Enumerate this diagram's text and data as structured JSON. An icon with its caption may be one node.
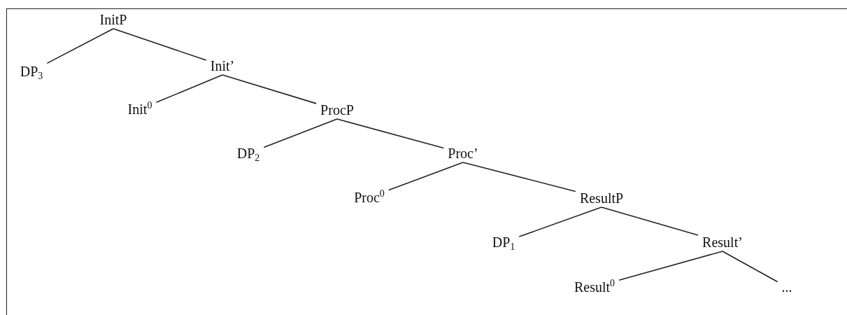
{
  "diagram": {
    "nodes": [
      {
        "text": [
          "InitP"
        ]
      },
      {
        "text": [
          "DP$_{3}$"
        ]
      },
      {
        "text": [
          "Init’"
        ]
      },
      {
        "text": [
          "Init$^{0}$"
        ]
      },
      {
        "text": [
          "ProcP"
        ]
      },
      {
        "text": [
          "DP$_{2}$"
        ]
      },
      {
        "text": [
          "Proc’"
        ]
      },
      {
        "text": [
          "Proc$^{0}$"
        ]
      },
      {
        "text": [
          "ResultP"
        ]
      },
      {
        "text": [
          "DP$_{1}$"
        ]
      },
      {
        "text": [
          "Result’"
        ]
      },
      {
        "text": [
          "Result$^{0}$"
        ]
      },
      {
        "text": [
          "..."
        ]
      }
    ],
    "edges": [
      {
        "from": 0,
        "to": 1,
        "arrow": "none"
      },
      {
        "from": 0,
        "to": 2,
        "arrow": "none"
      },
      {
        "from": 2,
        "to": 3,
        "arrow": "none"
      },
      {
        "from": 2,
        "to": 4,
        "arrow": "none"
      },
      {
        "from": 4,
        "to": 5,
        "arrow": "none"
      },
      {
        "from": 4,
        "to": 6,
        "arrow": "none"
      },
      {
        "from": 6,
        "to": 7,
        "arrow": "none"
      },
      {
        "from": 6,
        "to": 8,
        "arrow": "none"
      },
      {
        "from": 8,
        "to": 9,
        "arrow": "none"
      },
      {
        "from": 8,
        "to": 10,
        "arrow": "none"
      },
      {
        "from": 10,
        "to": 11,
        "arrow": "none"
      },
      {
        "from": 10,
        "to": 12,
        "arrow": "none"
      }
    ]
  }
}
